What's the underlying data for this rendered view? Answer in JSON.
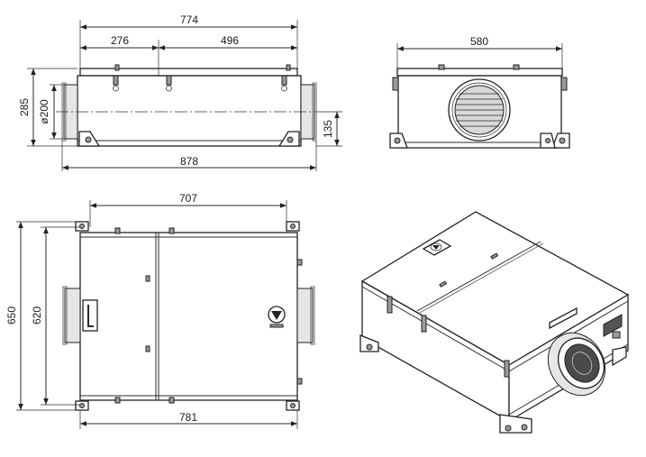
{
  "dimensions": {
    "top_total": "774",
    "top_left": "276",
    "top_right": "496",
    "side_height": "285",
    "side_duct": "ø200",
    "side_axis": "135",
    "side_total": "878",
    "front_width": "580",
    "plan_width": "707",
    "plan_depth_outer": "650",
    "plan_depth_inner": "620",
    "plan_length": "781"
  }
}
